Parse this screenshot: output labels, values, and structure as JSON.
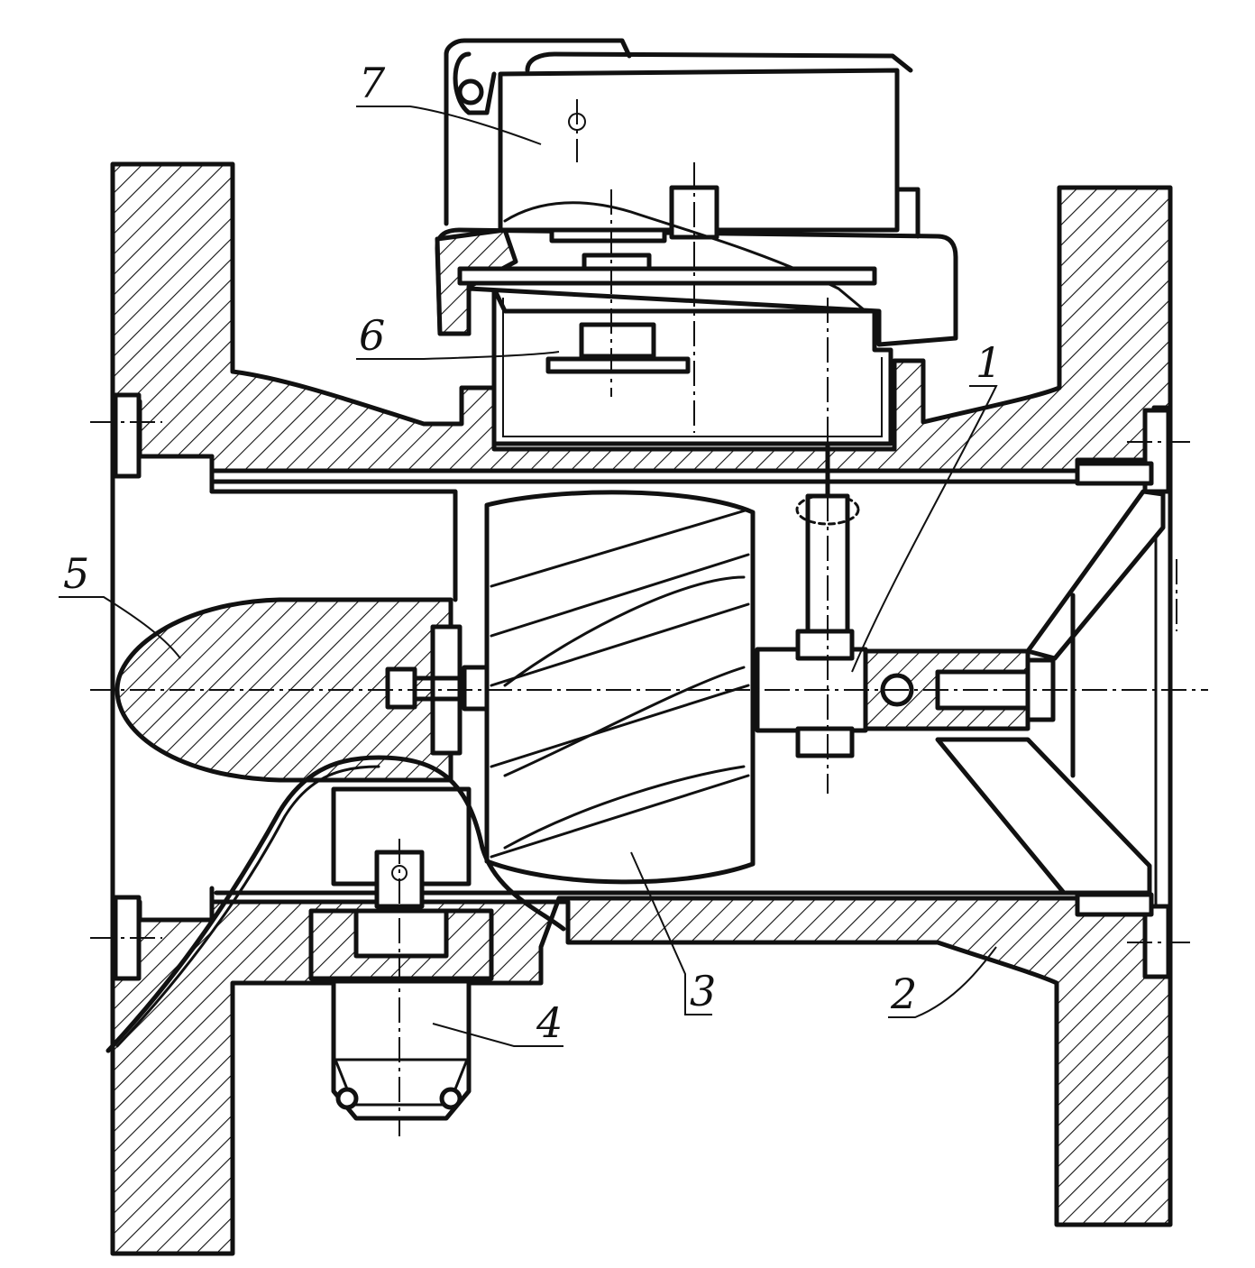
{
  "labels": [
    {
      "id": "callout-1",
      "text": "1"
    },
    {
      "id": "callout-2",
      "text": "2"
    },
    {
      "id": "callout-3",
      "text": "3"
    },
    {
      "id": "callout-4",
      "text": "4"
    },
    {
      "id": "callout-5",
      "text": "5"
    },
    {
      "id": "callout-6",
      "text": "6"
    },
    {
      "id": "callout-7",
      "text": "7"
    }
  ]
}
